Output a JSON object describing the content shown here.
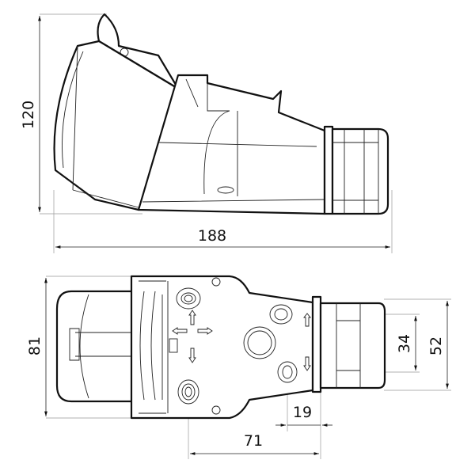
{
  "drawing": {
    "side_view": {
      "height_dim": "120",
      "length_dim": "188"
    },
    "top_view": {
      "width_dim": "81",
      "gland_inner_dim": "34",
      "gland_outer_dim": "52",
      "gland_length_dim": "19",
      "mount_dim": "71"
    }
  },
  "colors": {
    "line": "#111111",
    "dim_line": "#999999"
  }
}
